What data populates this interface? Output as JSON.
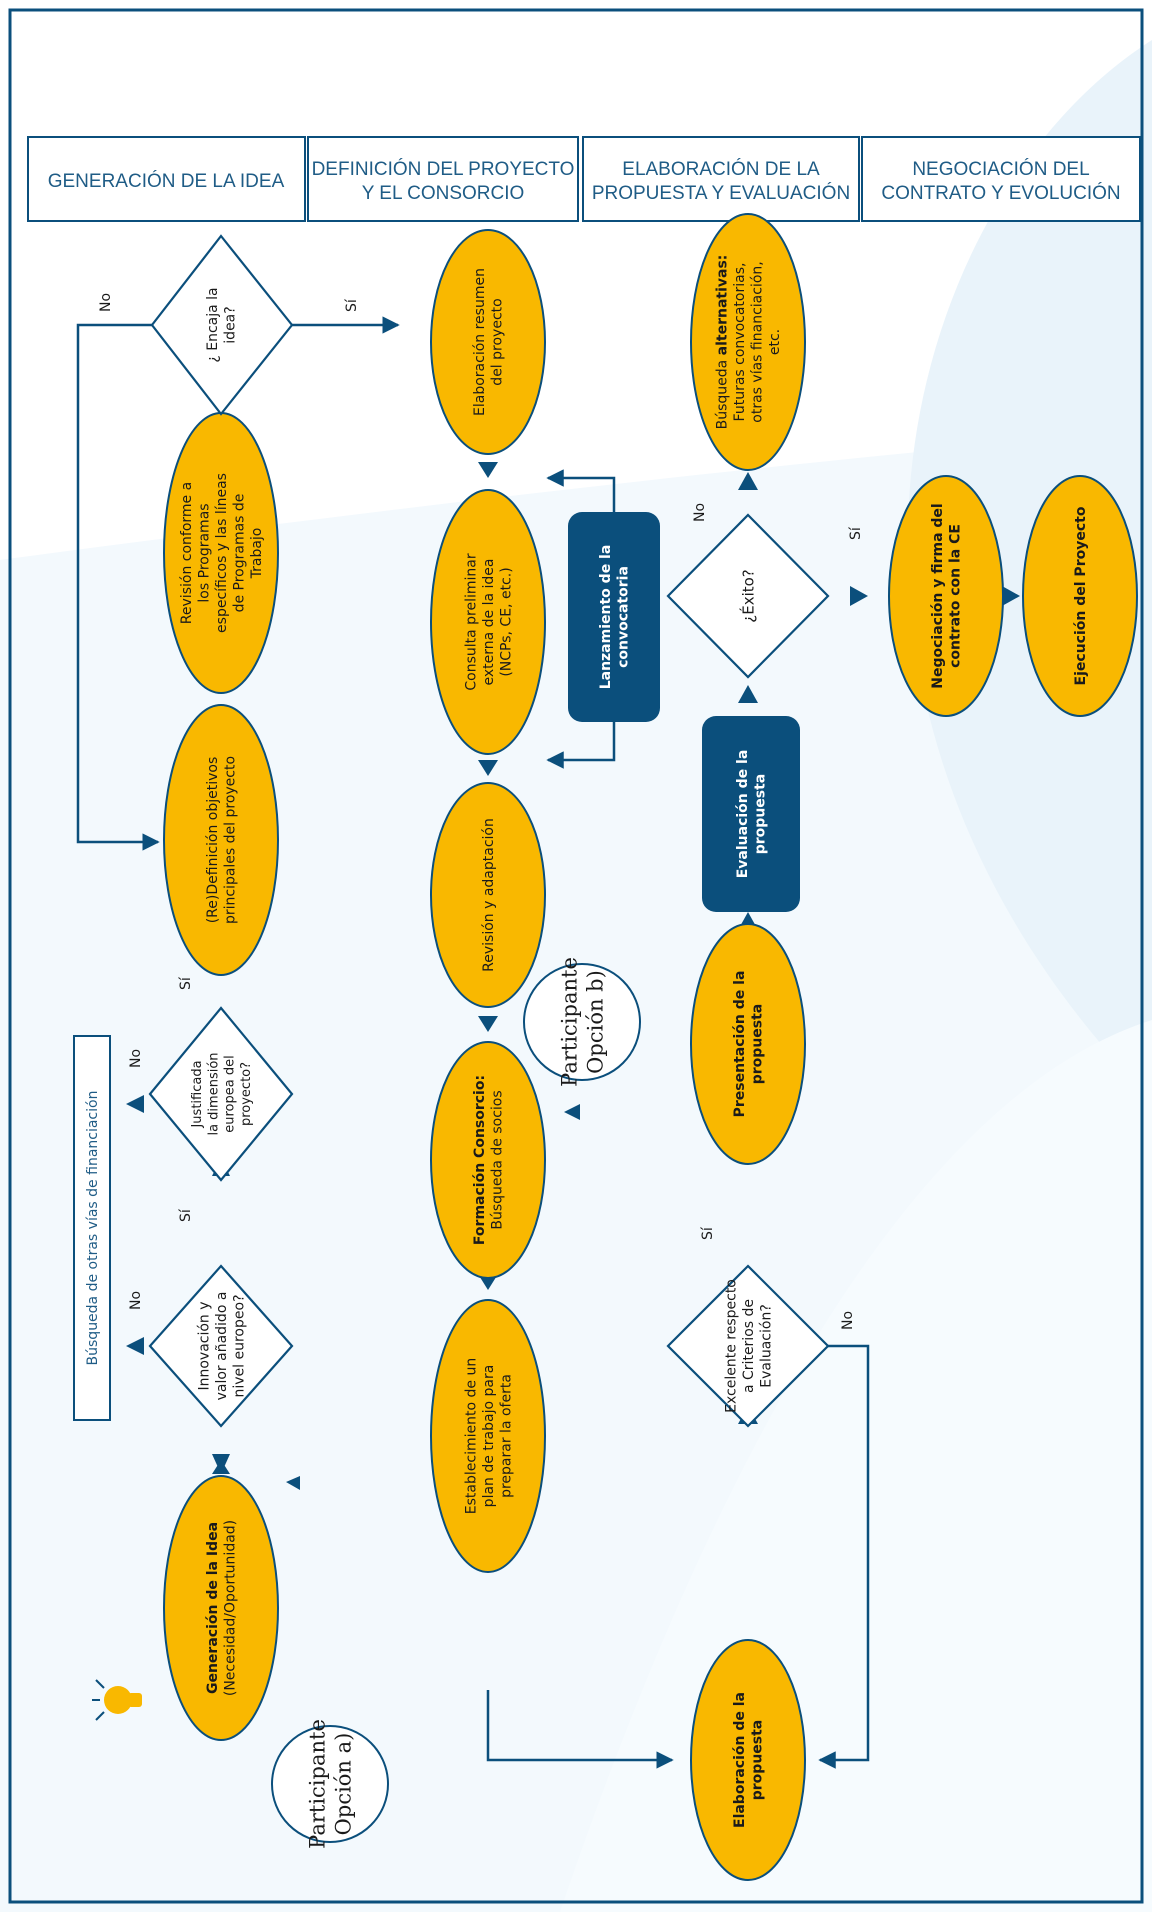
{
  "colors": {
    "frame": "#0b4f7c",
    "arrow": "#0b4f7c",
    "dark_box": "#0b4f7c",
    "ellipse": "#f9b800",
    "header_text": "#1f5c86",
    "background_tint": "#eaf4fb"
  },
  "headers": [
    {
      "lines": [
        "GENERACIÓN DE LA IDEA"
      ]
    },
    {
      "lines": [
        "DEFINICIÓN DEL PROYECTO",
        "Y EL CONSORCIO"
      ]
    },
    {
      "lines": [
        "ELABORACIÓN DE LA",
        "PROPUESTA Y EVALUACIÓN"
      ]
    },
    {
      "lines": [
        "NEGOCIACIÓN DEL",
        "CONTRATO Y EVOLUCIÓN"
      ]
    }
  ],
  "icon": "lightbulb-icon",
  "nodes": {
    "generacion_idea": {
      "bold": "Generación de la Idea",
      "rest": [
        "(Necesidad/Oportunidad)"
      ]
    },
    "participante_a": {
      "lines": [
        "Participante",
        "Opción a)"
      ]
    },
    "innovacion": {
      "lines": [
        "Innovación y",
        "valor añadido a",
        "nivel europeo?"
      ]
    },
    "busqueda_otras": {
      "lines": [
        "Búsqueda de otras vías de financiación"
      ]
    },
    "justificada": {
      "lines": [
        "Justificada",
        "la dimensión",
        "europea del",
        "proyecto?"
      ]
    },
    "redefinicion": {
      "lines": [
        "(Re)Definición objetivos",
        "principales del proyecto"
      ]
    },
    "revision_conforme": {
      "lines": [
        "Revisión conforme a",
        "los Programas",
        "específicos y las líneas",
        "de Programas de",
        "Trabajo"
      ]
    },
    "encaja": {
      "lines": [
        "¿ Encaja la",
        "idea?"
      ]
    },
    "elaboracion_resumen": {
      "lines": [
        "Elaboración resumen",
        "del proyecto"
      ]
    },
    "consulta": {
      "lines": [
        "Consulta preliminar",
        "externa de  la idea",
        "(NCPs,  CE, etc.)"
      ]
    },
    "lanzamiento": {
      "lines": [
        "Lanzamiento de la",
        "convocatoria"
      ]
    },
    "revision_adaptacion": {
      "lines": [
        "Revisión  y adaptación"
      ]
    },
    "formacion": {
      "bold": "Formación Consorcio:",
      "rest": [
        "Búsqueda de socios"
      ]
    },
    "participante_b": {
      "lines": [
        "Participante",
        "Opción b)"
      ]
    },
    "establecimiento": {
      "lines": [
        "Establecimiento de un",
        "plan de trabajo para",
        "preparar la oferta"
      ]
    },
    "elaboracion_propuesta": {
      "lines": [
        "Elaboración de la",
        "propuesta"
      ]
    },
    "excelente": {
      "lines": [
        "Excelente respecto",
        "a Criterios de",
        "Evaluación?"
      ]
    },
    "presentacion": {
      "lines": [
        "Presentación de la",
        "propuesta"
      ]
    },
    "evaluacion": {
      "lines": [
        "Evaluación de la",
        "propuesta"
      ]
    },
    "exito": {
      "lines": [
        "¿Éxito?"
      ]
    },
    "busqueda_alternativas": {
      "pre": "Búsqueda ",
      "bold": "alternativas:",
      "rest": [
        "Futuras convocatorias,",
        "otras vías financiación,",
        "etc."
      ]
    },
    "negociacion": {
      "lines": [
        "Negociación y firma del",
        "contrato con la CE"
      ]
    },
    "ejecucion": {
      "lines": [
        "Ejecución del Proyecto"
      ]
    }
  },
  "edge_labels": {
    "yes": "Sí",
    "no": "No"
  }
}
